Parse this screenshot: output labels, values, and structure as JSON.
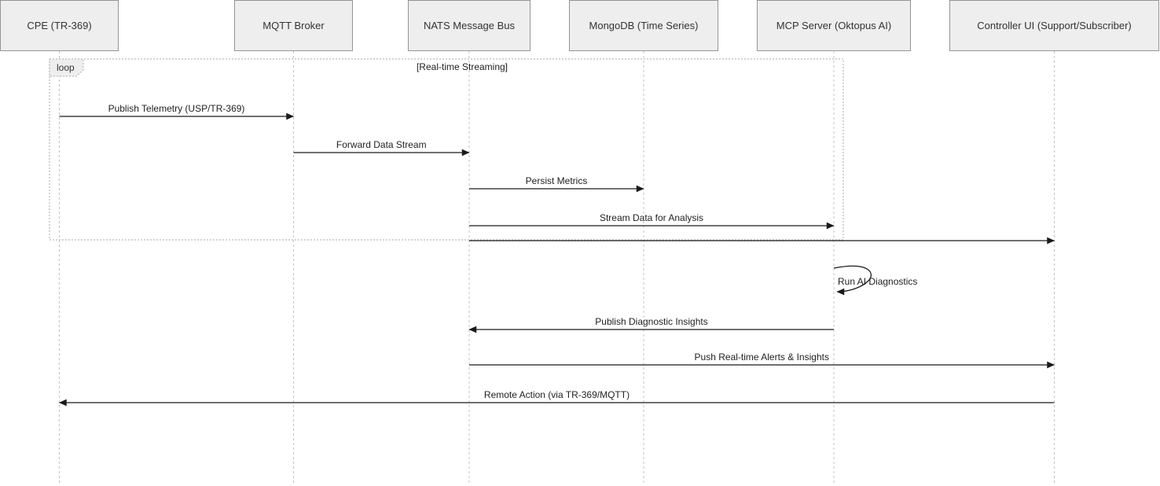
{
  "diagram": {
    "type": "sequence-diagram",
    "participants": [
      {
        "id": "cpe",
        "label": "CPE (TR-369)"
      },
      {
        "id": "mqtt",
        "label": "MQTT Broker"
      },
      {
        "id": "nats",
        "label": "NATS Message Bus"
      },
      {
        "id": "mongo",
        "label": "MongoDB (Time Series)"
      },
      {
        "id": "mcp",
        "label": "MCP Server (Oktopus AI)"
      },
      {
        "id": "ui",
        "label": "Controller UI (Support/Subscriber)"
      }
    ],
    "loop": {
      "operator": "loop",
      "condition": "[Real-time Streaming]"
    },
    "messages": [
      {
        "label": "Publish Telemetry (USP/TR-369)",
        "from": "cpe",
        "to": "mqtt"
      },
      {
        "label": "Forward Data Stream",
        "from": "mqtt",
        "to": "nats"
      },
      {
        "label": "Persist Metrics",
        "from": "nats",
        "to": "mongo"
      },
      {
        "label": "Stream Data for Analysis",
        "from": "nats",
        "to": "mcp"
      },
      {
        "label": "",
        "from": "nats",
        "to": "ui"
      },
      {
        "label": "Run AI Diagnostics",
        "from": "mcp",
        "to": "mcp",
        "self": true
      },
      {
        "label": "Publish Diagnostic Insights",
        "from": "mcp",
        "to": "nats"
      },
      {
        "label": "Push Real-time Alerts & Insights",
        "from": "nats",
        "to": "ui"
      },
      {
        "label": "Remote Action (via TR-369/MQTT)",
        "from": "ui",
        "to": "cpe"
      }
    ],
    "colors": {
      "participant_fill": "#eeeeee",
      "participant_border": "#949494",
      "lifeline": "#c3c3c3",
      "loop_border": "#a9a9a9",
      "loop_label_fill": "#eeeeee",
      "arrow": "#1a1a1a",
      "text": "#333333"
    }
  }
}
